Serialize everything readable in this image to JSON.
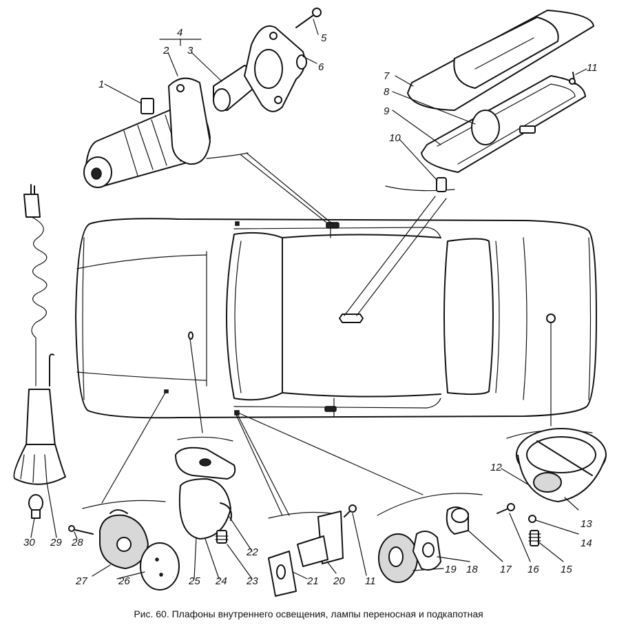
{
  "caption": "Рис. 60. Плафоны внутреннего освещения, лампы переносная и подкапотная",
  "labels": {
    "l1": "1",
    "l2": "2",
    "l3": "3",
    "l4": "4",
    "l5": "5",
    "l6": "6",
    "l7": "7",
    "l8": "8",
    "l9": "9",
    "l10": "10",
    "l11a": "11",
    "l11b": "11",
    "l12": "12",
    "l13": "13",
    "l14": "14",
    "l15": "15",
    "l16": "16",
    "l17": "17",
    "l18": "18",
    "l19": "19",
    "l20": "20",
    "l21": "21",
    "l22": "22",
    "l23": "23",
    "l24": "24",
    "l25": "25",
    "l26": "26",
    "l27": "27",
    "l28": "28",
    "l29": "29",
    "l30": "30"
  }
}
